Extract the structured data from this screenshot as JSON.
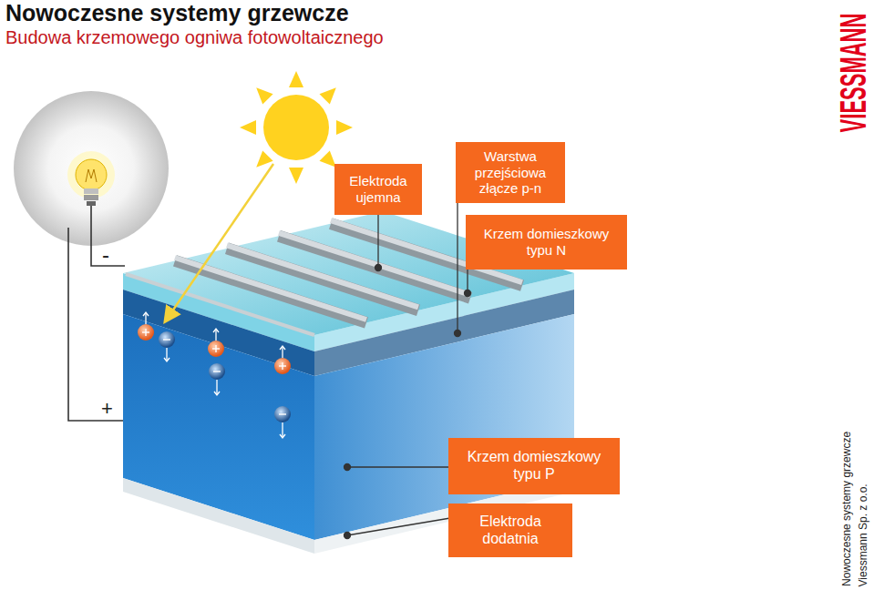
{
  "diagram": {
    "title": "Nowoczesne systemy grzewcze",
    "nodes": [
      {
        "text": [
          "Elektroda ujemna"
        ]
      },
      {
        "text": [
          "Warstwa przejściowa złącze p-n"
        ]
      },
      {
        "text": [
          "Krzem domieszkowy typu N"
        ]
      },
      {
        "text": [
          "Krzem domieszkowy typu P"
        ]
      },
      {
        "text": [
          "Elektroda dodatnia"
        ]
      }
    ],
    "labels": [
      "Budowa krzemowego ogniwa fotowoltaicznego",
      "VIESSMANN",
      "-",
      "+",
      "Nowoczesne systemy grzewcze",
      "Viessmann Sp. z o.o."
    ]
  }
}
